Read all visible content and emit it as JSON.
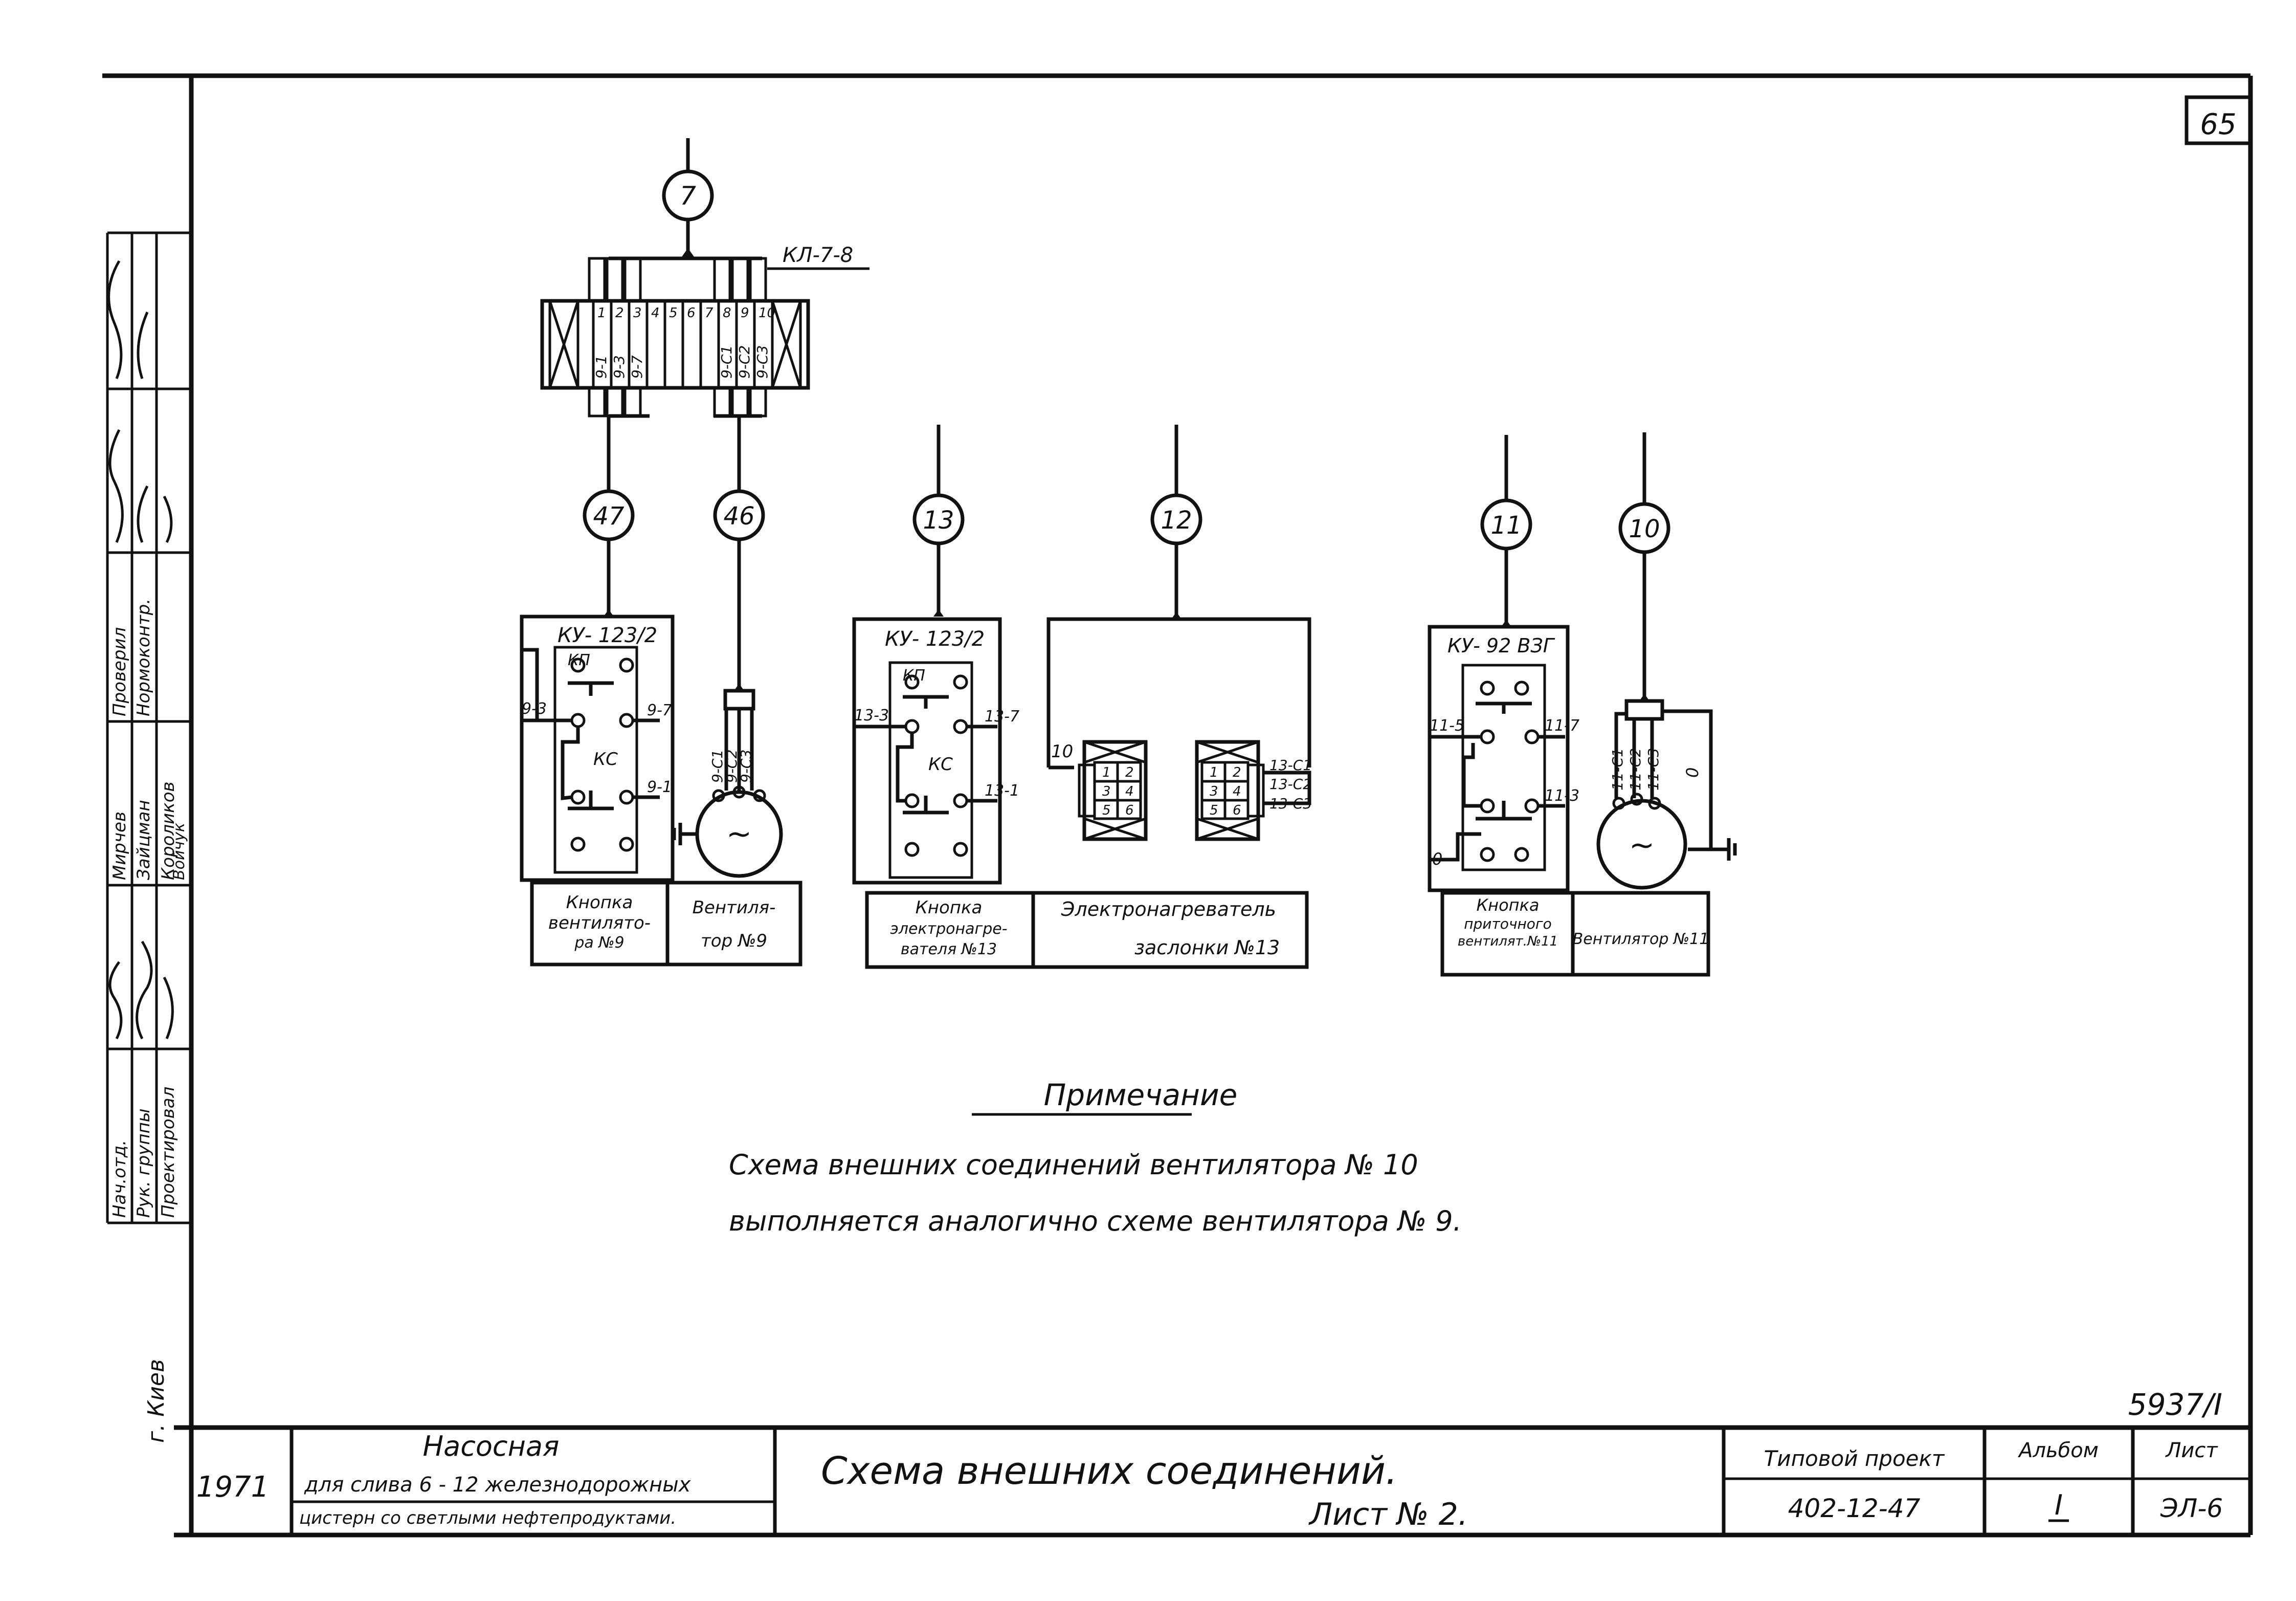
{
  "sheet_number": "65",
  "cables": {
    "c7": "7",
    "c47": "47",
    "c46": "46",
    "c13": "13",
    "c12": "12",
    "c11": "11",
    "c10": "10"
  },
  "terminal_block": {
    "label": "КЛ-7-8",
    "numbers": [
      "1",
      "2",
      "3",
      "4",
      "5",
      "6",
      "7",
      "8",
      "9",
      "10"
    ],
    "wires": [
      "9-1",
      "9-3",
      "9-7",
      "9-C1",
      "9-C2",
      "9-C3"
    ]
  },
  "groups": {
    "g1": {
      "device": "КУ- 123/2",
      "contacts": {
        "kp": "КП",
        "ks": "КС",
        "l_top": "9-3",
        "r_top": "9-7",
        "r_bot": "9-1"
      },
      "motor_wires": [
        "9-C1",
        "9-C2",
        "9-C3"
      ],
      "motor_symbol": "~",
      "caption_left": [
        "Кнопка",
        "вентилято-",
        "ра №9"
      ],
      "caption_right": [
        "Вентиля-",
        "тор №9"
      ]
    },
    "g2": {
      "device": "КУ- 123/2",
      "contacts": {
        "kp": "КП",
        "ks": "КС",
        "l_top": "13-3",
        "r_top": "13-7",
        "r_bot": "13-1"
      },
      "heater_left_label": "10",
      "heater_left_cells": [
        "1",
        "2",
        "3",
        "4",
        "5",
        "6"
      ],
      "heater_right_cells": [
        "1",
        "2",
        "3",
        "4",
        "5",
        "6"
      ],
      "heater_right_wires": [
        "13-C1",
        "13-C2",
        "13-C3"
      ],
      "caption_left": [
        "Кнопка",
        "электронагре-",
        "вателя №13"
      ],
      "caption_right": [
        "Электронагреватель",
        "заслонки №13"
      ]
    },
    "g3": {
      "device": "КУ- 92 ВЗГ",
      "contacts": {
        "l_top": "11-5",
        "r_top": "11-7",
        "r_bot": "11-3",
        "l_bot": "0"
      },
      "motor_wires": [
        "11-C1",
        "11-C2",
        "11-C3",
        "0"
      ],
      "motor_symbol": "~",
      "caption_left": [
        "Кнопка",
        "приточного",
        "вентилят.№11"
      ],
      "caption_right": [
        "Вентилятор №11"
      ]
    }
  },
  "note": {
    "title": "Примечание",
    "line1": "Схема внешних соединений вентилятора № 10",
    "line2": "выполняется аналогично схеме вентилятора № 9."
  },
  "side_stamp": {
    "roles": [
      "Нач.отд.",
      "Рук. группы",
      "Проектировал"
    ],
    "names": [
      "Мирчев",
      "Зайцман",
      "Короликов",
      "Войчук"
    ],
    "checks": [
      "Проверил",
      "Нормоконтр."
    ],
    "city": "г. Киев"
  },
  "title_block": {
    "doc_code": "5937/I",
    "year": "1971",
    "object_title": "Насосная",
    "object_line1": "для слива 6 - 12 железнодорожных",
    "object_line2": "цистерн со светлыми нефтепродуктами.",
    "drawing_title": "Схема внешних соединений.",
    "drawing_sheet": "Лист № 2.",
    "project_label": "Типовой проект",
    "project_number": "402-12-47",
    "album_label": "Альбом",
    "album_value": "I",
    "sheet_label": "Лист",
    "sheet_value": "ЭЛ-6"
  }
}
